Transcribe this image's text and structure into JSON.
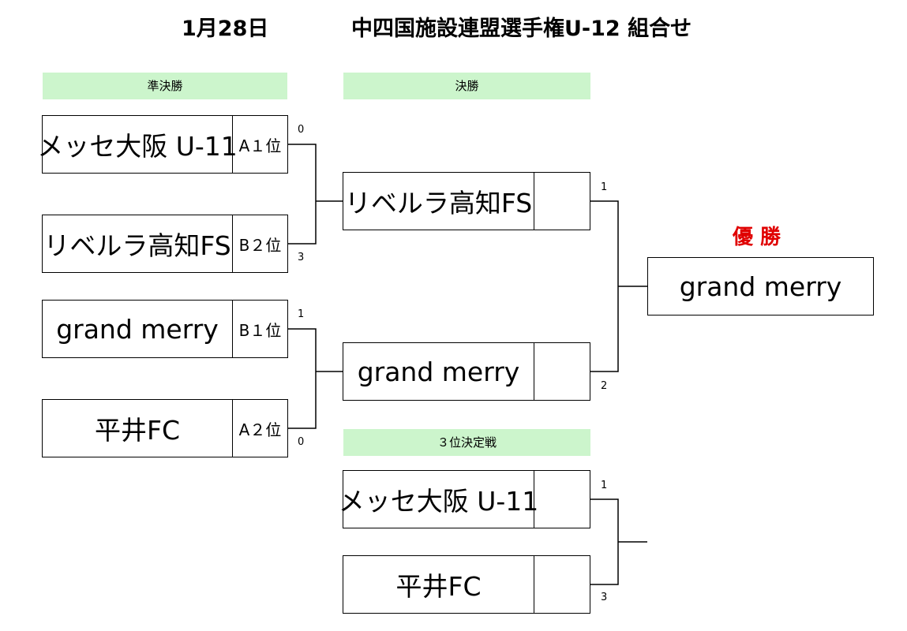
{
  "header": {
    "date": "1月28日",
    "title": "中四国施設連盟選手権U-12 組合せ"
  },
  "rounds": {
    "semifinal": "準決勝",
    "final": "決勝",
    "third_place": "３位決定戦"
  },
  "semifinals": [
    {
      "team": "メッセ大阪 U-11",
      "seed": "A１位",
      "score": "0"
    },
    {
      "team": "リベルラ高知FS",
      "seed": "B２位",
      "score": "3"
    },
    {
      "team": "grand merry",
      "seed": "B１位",
      "score": "1"
    },
    {
      "team": "平井FC",
      "seed": "A２位",
      "score": "0"
    }
  ],
  "final": [
    {
      "team": "リベルラ高知FS",
      "score": "1"
    },
    {
      "team": "grand merry",
      "score": "2"
    }
  ],
  "third_place": [
    {
      "team": "メッセ大阪 U-11",
      "score": "1"
    },
    {
      "team": "平井FC",
      "score": "3"
    }
  ],
  "champion": {
    "label": "優 勝",
    "team": "grand merry"
  }
}
